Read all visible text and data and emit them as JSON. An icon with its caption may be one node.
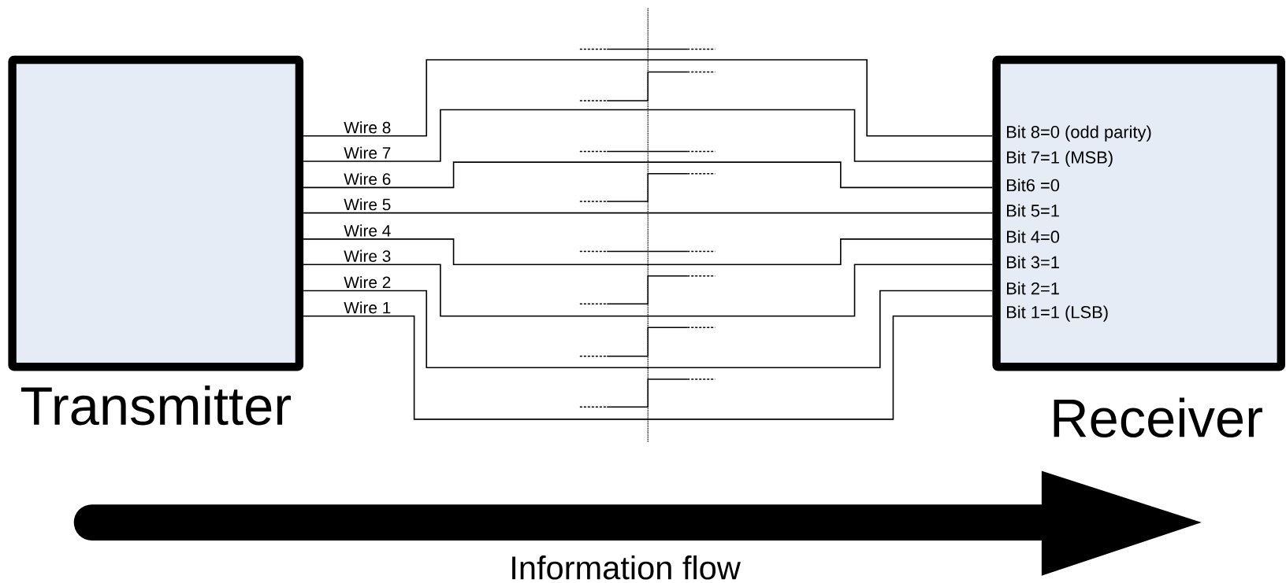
{
  "diagram": {
    "nodes": [
      {
        "text": [
          "Transmitter"
        ]
      },
      {
        "text": [
          "Receiver",
          "Bit 8=0 (odd parity)",
          "Bit 7=1 (MSB)",
          "Bit6 =0",
          "Bit 5=1",
          "Bit 4=0",
          "Bit 3=1",
          "Bit 2=1",
          "Bit 1=1 (LSB)"
        ]
      }
    ],
    "edges": [
      {
        "from": 0,
        "to": 1,
        "arrow": "none",
        "label": "Wire 8"
      },
      {
        "from": 0,
        "to": 1,
        "arrow": "none",
        "label": "Wire 7"
      },
      {
        "from": 0,
        "to": 1,
        "arrow": "none",
        "label": "Wire 6"
      },
      {
        "from": 0,
        "to": 1,
        "arrow": "none",
        "label": "Wire 5"
      },
      {
        "from": 0,
        "to": 1,
        "arrow": "none",
        "label": "Wire 4"
      },
      {
        "from": 0,
        "to": 1,
        "arrow": "none",
        "label": "Wire 3"
      },
      {
        "from": 0,
        "to": 1,
        "arrow": "none",
        "label": "Wire 2"
      },
      {
        "from": 0,
        "to": 1,
        "arrow": "none",
        "label": "Wire 1"
      }
    ],
    "labels": [
      "Information flow"
    ]
  }
}
